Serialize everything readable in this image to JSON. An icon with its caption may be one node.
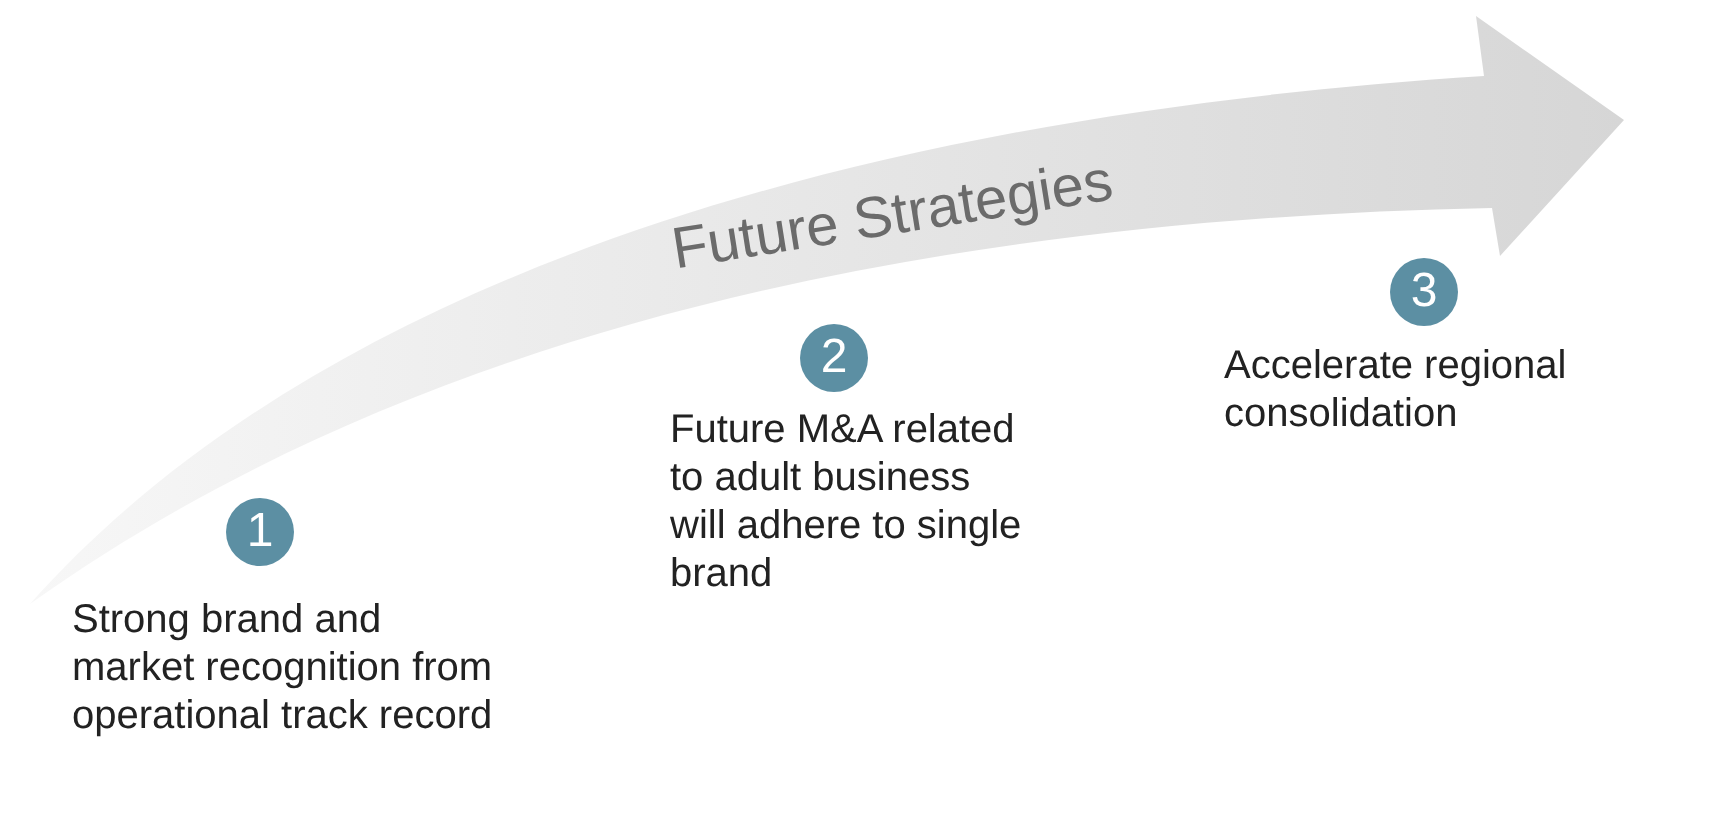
{
  "diagram": {
    "nodes": [
      {
        "text": [
          "Future Strategies"
        ]
      },
      {
        "text": [
          "1",
          "Strong brand and market recognition from operational track record"
        ]
      },
      {
        "text": [
          "2",
          "Future M&A related to adult business will adhere to single brand"
        ]
      },
      {
        "text": [
          "3",
          "Accelerate regional consolidation"
        ]
      }
    ]
  }
}
